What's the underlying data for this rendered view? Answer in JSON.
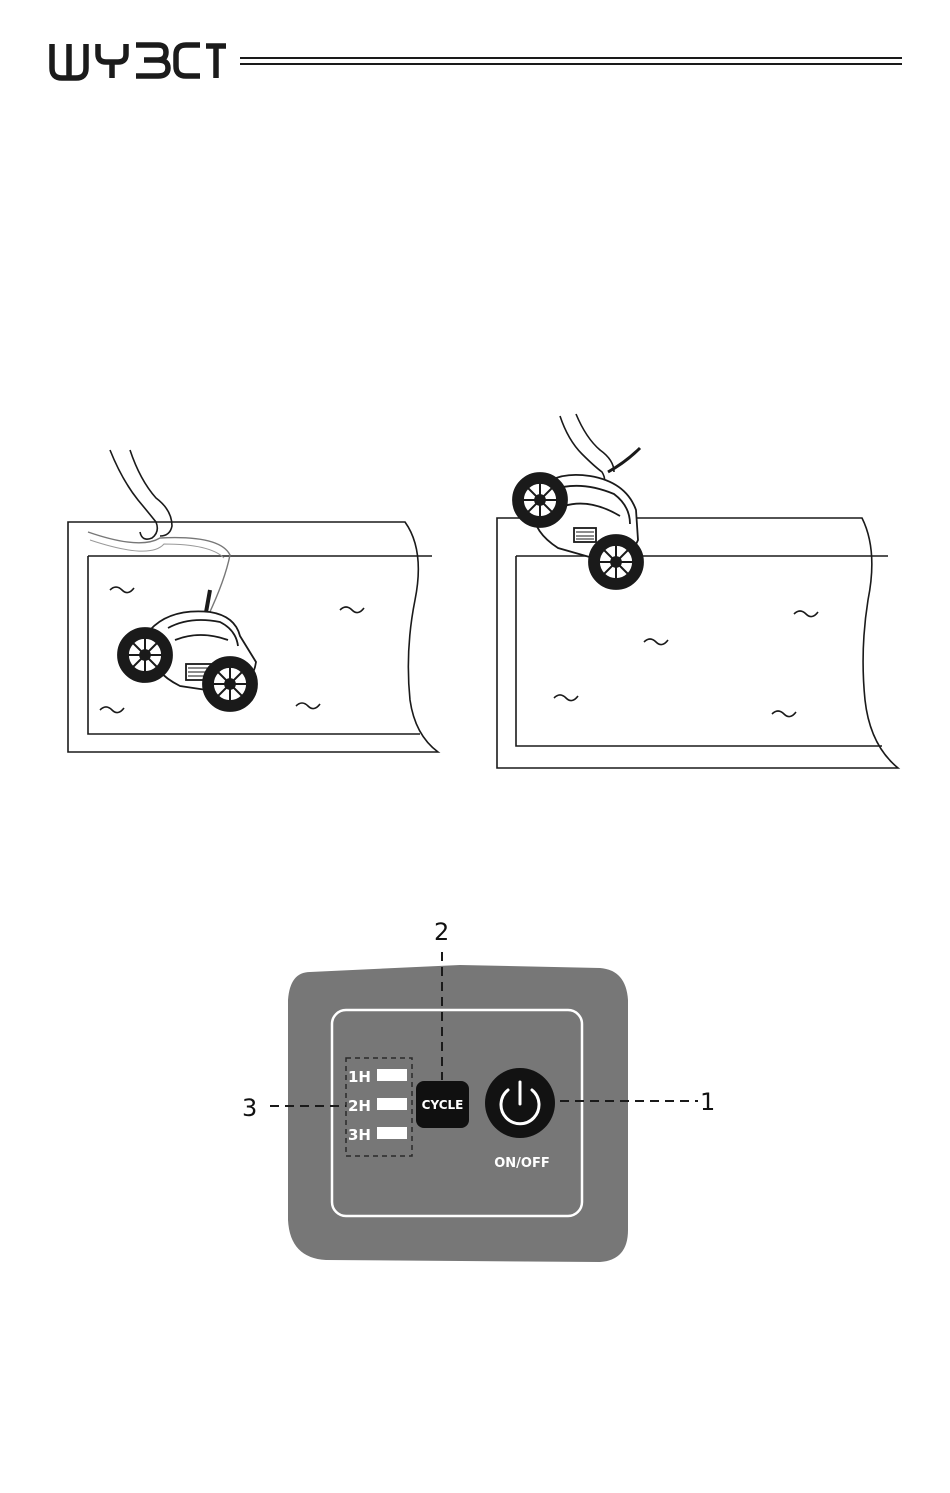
{
  "header": {
    "brand": "WYBOT",
    "logo_icon": "wybot-logo"
  },
  "figures": {
    "left": {
      "description_icon": "robot-lowered-into-pool-by-cable-icon"
    },
    "right": {
      "description_icon": "robot-lifted-out-of-pool-icon"
    }
  },
  "control_panel": {
    "panel_color": "#777777",
    "timer_leds": [
      {
        "label": "1H"
      },
      {
        "label": "2H"
      },
      {
        "label": "3H"
      }
    ],
    "cycle_button": "CYCLE",
    "power_button_label": "ON/OFF",
    "power_icon": "power-icon",
    "callouts": {
      "power": "1",
      "cycle": "2",
      "timers": "3"
    }
  }
}
